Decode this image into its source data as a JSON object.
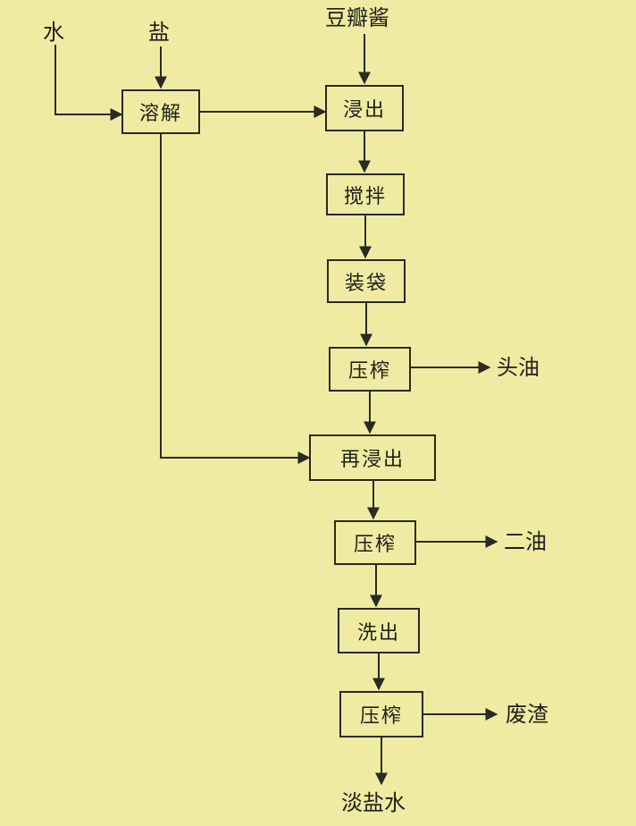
{
  "inputs": {
    "water": "水",
    "salt": "盐",
    "bean_paste": "豆瓣酱"
  },
  "steps": {
    "dissolve": "溶解",
    "leach": "浸出",
    "stir": "搅拌",
    "bag": "装袋",
    "press1": "压榨",
    "releach": "再浸出",
    "press2": "压榨",
    "wash": "洗出",
    "press3": "压榨"
  },
  "outputs": {
    "first_oil": "头油",
    "second_oil": "二油",
    "waste": "废渣",
    "brine": "淡盐水"
  },
  "colors": {
    "background": "#efeba2",
    "line": "#2a2a22"
  }
}
